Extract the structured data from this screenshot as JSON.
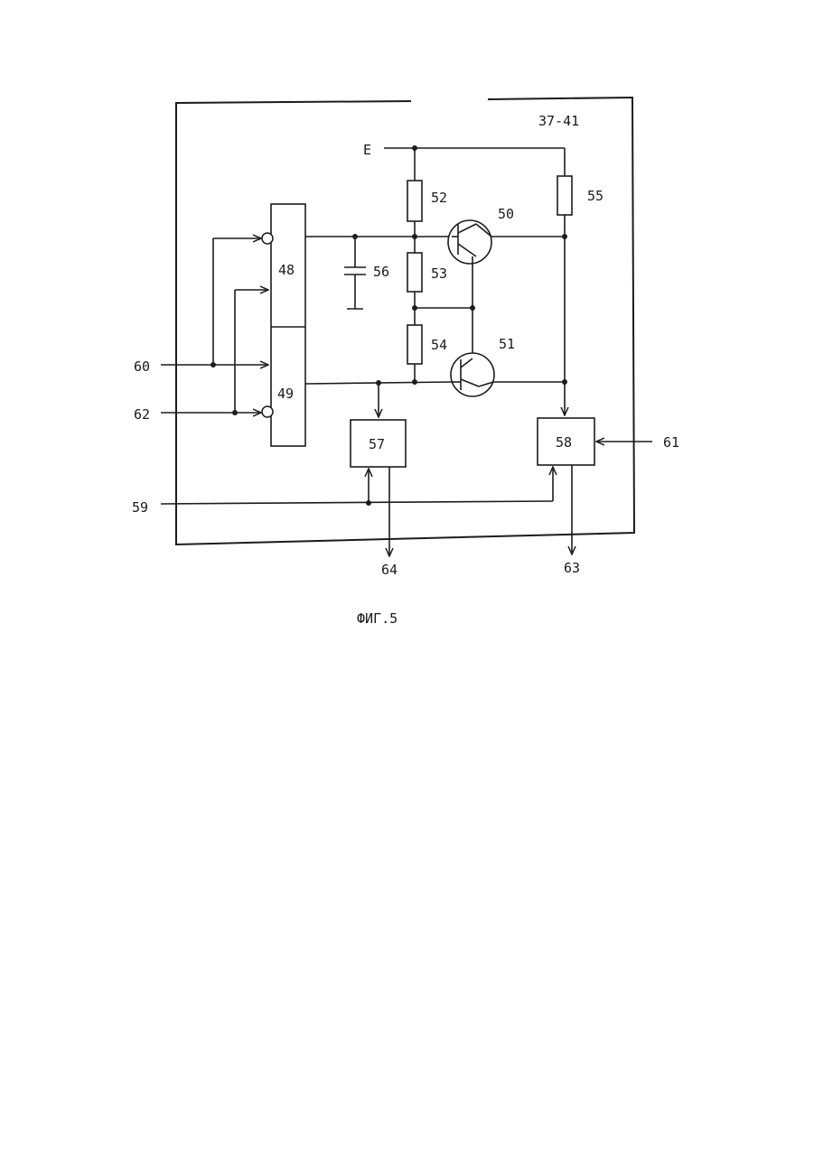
{
  "diagram": {
    "frame_label": "37-41",
    "supply_label": "E",
    "caption": "ФИГ.5",
    "blocks": {
      "b48": "48",
      "b49": "49",
      "b57": "57",
      "b58": "58"
    },
    "components": {
      "r52": "52",
      "r53": "53",
      "r54": "54",
      "r55": "55",
      "c56": "56",
      "t50": "50",
      "t51": "51"
    },
    "terminals": {
      "in60": "60",
      "in62": "62",
      "in59": "59",
      "in61": "61",
      "out64": "64",
      "out63": "63"
    }
  }
}
